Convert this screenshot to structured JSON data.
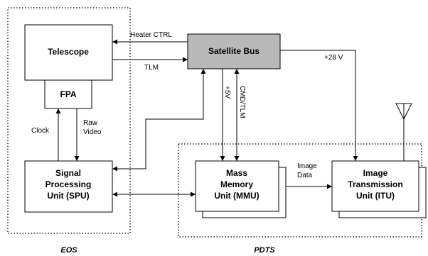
{
  "groups": {
    "eos": "EOS",
    "pdts": "PDTS"
  },
  "blocks": {
    "telescope": "Telescope",
    "fpa": "FPA",
    "satellite_bus": "Satellite Bus",
    "spu": [
      "Signal",
      "Processing",
      "Unit (SPU)"
    ],
    "mmu": [
      "Mass",
      "Memory",
      "Unit (MMU)"
    ],
    "itu": [
      "Image",
      "Transmission",
      "Unit (ITU)"
    ]
  },
  "signals": {
    "heater_ctrl": "Heater CTRL",
    "tlm": "TLM",
    "plus_28v": "+28 V",
    "plus_5v": "+5V",
    "cmd_tlm": "CMD/TLM",
    "clock": "Clock",
    "raw_video": [
      "Raw",
      "Video"
    ],
    "image_data": [
      "Image",
      "Data"
    ]
  },
  "colors": {
    "satellite_bus_fill": "#b9b9b9",
    "line": "#000000",
    "background": "#ffffff"
  },
  "icons": {
    "antenna": "antenna-icon"
  }
}
